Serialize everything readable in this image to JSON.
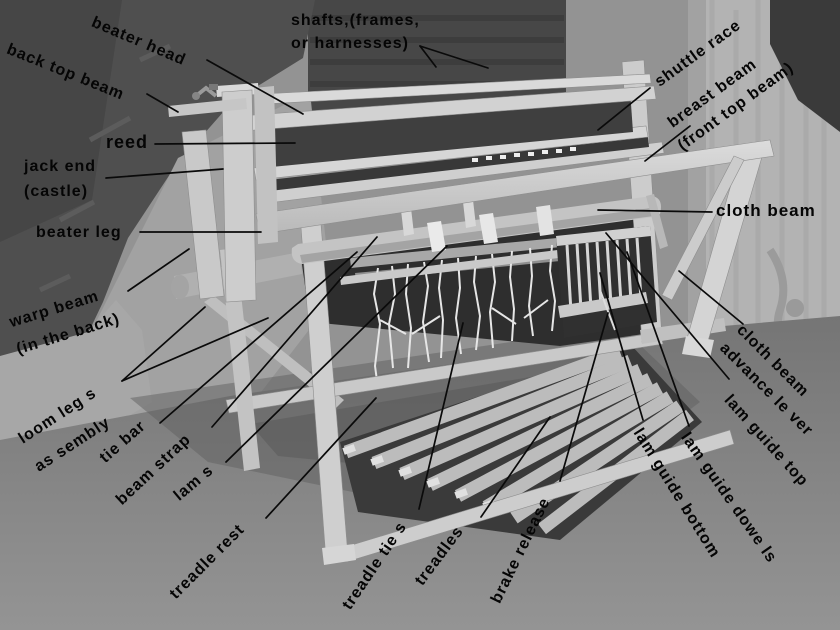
{
  "figure": {
    "subject": "floor loom parts",
    "colors": {
      "label_text": "#050505",
      "leader_line": "#0a0a0a"
    }
  },
  "labels": {
    "beater_head": {
      "text": "beater head"
    },
    "back_top_beam": {
      "text": "back top beam"
    },
    "shafts": {
      "line1": "shafts,(frames,",
      "line2": "or harnesses)"
    },
    "shuttle_race": {
      "text": "shuttle race"
    },
    "breast_beam": {
      "line1": "breast beam",
      "line2": "(front top beam)"
    },
    "reed": {
      "text": "reed"
    },
    "jack_end": {
      "line1": "jack end",
      "line2": "(castle)"
    },
    "beater_leg": {
      "text": "beater leg"
    },
    "warp_beam": {
      "line1": "warp beam",
      "line2": "(in the back)"
    },
    "cloth_beam": {
      "text": "cloth beam"
    },
    "loom_legs_assembly": {
      "line1": "loom leg s",
      "line2": "as sembly"
    },
    "tie_bar": {
      "text": "tie bar"
    },
    "beam_strap": {
      "text": "beam strap"
    },
    "lams": {
      "text": "lam s"
    },
    "treadle_rest": {
      "text": "treadle rest"
    },
    "treadle_ties": {
      "text": "treadle tie s"
    },
    "treadles": {
      "text": "treadles"
    },
    "brake_release": {
      "text": "brake release"
    },
    "lam_guide_bottom": {
      "text": "lam guide bottom"
    },
    "lam_guide_dowels": {
      "text": "lam guide dowe ls"
    },
    "lam_guide_top": {
      "text": "lam guide top"
    },
    "cloth_beam_advance_lever": {
      "line1": "cloth beam",
      "line2": "advance le ver"
    }
  }
}
